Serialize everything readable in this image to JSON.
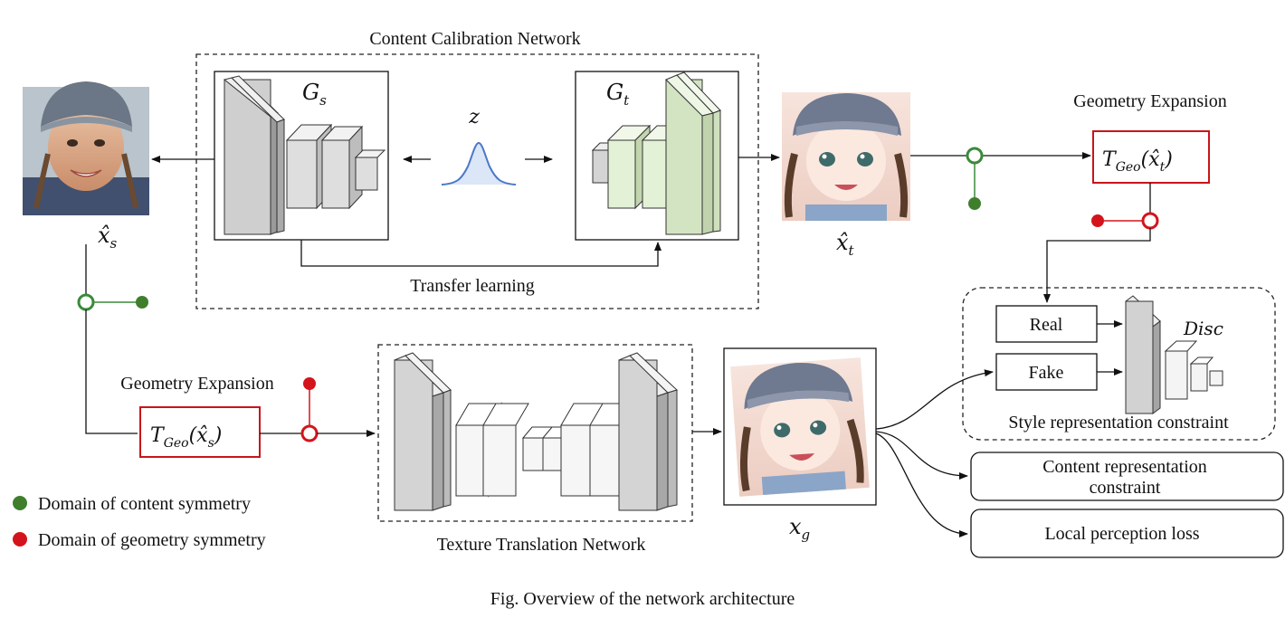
{
  "title_caption": "Fig. Overview of the network architecture",
  "content_calibration": {
    "title": "Content Calibration Network",
    "gs_base": "G",
    "gs_sub": "s",
    "gt_base": "G",
    "gt_sub": "t",
    "z_label": "z",
    "transfer_label": "Transfer learning"
  },
  "images": {
    "source_base": "x̂",
    "source_sub": "s",
    "target_base": "x̂",
    "target_sub": "t",
    "generated_base": "x",
    "generated_sub": "g"
  },
  "geometry_top": {
    "title": "Geometry Expansion",
    "func": "T",
    "func_sub": "Geo",
    "arg": "(x̂",
    "arg_sub": "t",
    "close": ")"
  },
  "geometry_bottom": {
    "title": "Geometry Expansion",
    "func": "T",
    "func_sub": "Geo",
    "arg": "(x̂",
    "arg_sub": "s",
    "close": ")"
  },
  "texture": {
    "title": "Texture Translation Network"
  },
  "style": {
    "real": "Real",
    "fake": "Fake",
    "disc": "Disc",
    "title": "Style representation constraint"
  },
  "content_constraint": {
    "line1": "Content representation",
    "line2": "constraint"
  },
  "local_loss": {
    "label": "Local perception loss"
  },
  "legend": {
    "content": "Domain of content symmetry",
    "geometry": "Domain of geometry symmetry"
  },
  "colors": {
    "green": "#3a8a3a",
    "green_dark": "#2e6e2e",
    "red": "#d4141c",
    "box_red": "#c8151b",
    "gray_block": "#cfcfcf",
    "green_block": "#e6f3da",
    "bell": "#4a78c8"
  }
}
